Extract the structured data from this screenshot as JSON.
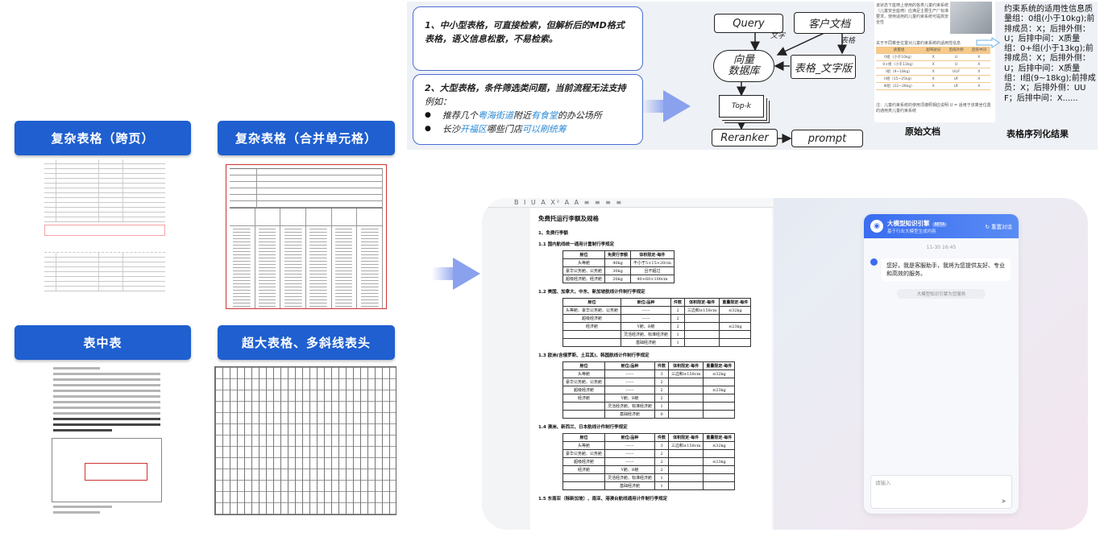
{
  "labels": {
    "cross_page": "复杂表格（跨页）",
    "merged_cells": "复杂表格（合并单元格）",
    "nested": "表中表",
    "oversized": "超大表格、多斜线表头"
  },
  "colors": {
    "label_bg": "#1f5fcf",
    "arrow": "#8aa1ee",
    "highlight": "#2b8ad6",
    "box_border": "#4a6fd1"
  },
  "problems": {
    "p1_text": "1、中小型表格，可直接检索，但解析后的MD格式表格，语义信息松散，不易检索。",
    "p2_title": "2、大型表格，条件筛选类问题，当前流程无法支持",
    "p2_example": "例如：",
    "bullet1": {
      "pre": "推荐几个",
      "h1": "粤海街道",
      "mid": "附近",
      "h2": "有食堂",
      "post": "的办公场所"
    },
    "bullet2": {
      "pre": "长沙",
      "h1": "开福区",
      "mid": "哪些门店",
      "h2": "可以刷统筹"
    }
  },
  "flow": {
    "query": "Query",
    "customer_doc": "客户文档",
    "vector_db": "向量\n数据库",
    "table_text": "表格_文字版",
    "topk": "Top-k",
    "reranker": "Reranker",
    "prompt": "prompt",
    "edge_text": "文字",
    "edge_table": "表格"
  },
  "source_doc": {
    "caption": "原始文档",
    "body_text": "该状态下座椅上使用的各类儿童约束系统（儿童安全座椅）应满足主要生产厂标准要求，使用适用的儿童约束系统可提高安全性",
    "table_caption": "关于不同乘坐位置对儿童约束系统的适用性信息",
    "table_header": [
      "质量组",
      "副驾驶员",
      "后排外侧",
      "后排中间"
    ],
    "table_rows": [
      [
        "0组（小于10kg）",
        "X",
        "U",
        "X"
      ],
      [
        "0+组（小于13kg）",
        "X",
        "U",
        "X"
      ],
      [
        "I组（9~18kg）",
        "X",
        "UUF",
        "X"
      ],
      [
        "II组（15~25kg）",
        "X",
        "UF",
        "X"
      ],
      [
        "III组（22~36kg）",
        "X",
        "UF",
        "X"
      ]
    ],
    "footnote": "注：儿童约束系统的使用须遵照相应说明 U = 适用于该乘坐位置的通用类儿童约束系统"
  },
  "serialized": {
    "caption": "表格序列化结果",
    "text": "约束系统的适用性信息质量组：0组(小于10kg);前排成员：X；后排外侧：U；后排中间：X质量组：0+组(小于13kg);前排成员：X；后排外侧：U；后排中间：X质量组：I组(9~18kg);前排成员：X；后排外侧：UUF；后排中间：X......"
  },
  "doc_view": {
    "toolbar": "B I U A X² A A ≡ ≡ ≡ ≡",
    "title": "免费托运行李额及规格",
    "section1": "1、免费行李额",
    "s11": "1.1 国内航线统一通用计重制行李规定",
    "t1_header": [
      "舱位",
      "免费行李额",
      "体积限定-每件"
    ],
    "t1_rows": [
      [
        "头等舱",
        "40kg",
        "不小于5×15×20cm"
      ],
      [
        "豪华公务舱、公务舱",
        "30kg",
        "且不超过"
      ],
      [
        "超级经济舱、经济舱",
        "20kg",
        "40×60×100cm"
      ]
    ],
    "s12": "1.2 美国、加拿大、中东、新加坡航线计件制行李规定",
    "t2_header": [
      "舱位",
      "舱位/品种",
      "件数",
      "体积限定-每件",
      "重量限定-每件"
    ],
    "t2_rows": [
      [
        "头等舱、豪华公务舱、公务舱",
        "------",
        "2",
        "三边和≤158cm",
        "≤32kg"
      ],
      [
        "超级经济舱",
        "------",
        "2",
        "",
        ""
      ],
      [
        "经济舱",
        "Y舱、B舱",
        "2",
        "",
        "≤23kg"
      ],
      [
        "",
        "灵活经济舱、标准经济舱",
        "1",
        "",
        ""
      ],
      [
        "",
        "基础经济舱",
        "1",
        "",
        ""
      ]
    ],
    "s13": "1.3 欧洲(含俄罗斯、土耳其)、韩国航线计件制行李规定",
    "t3_header": [
      "舱位",
      "舱位/品种",
      "件数",
      "体积限定-每件",
      "重量限定-每件"
    ],
    "t3_rows": [
      [
        "头等舱",
        "------",
        "3",
        "三边和≤158cm",
        "≤32kg"
      ],
      [
        "豪华公务舱、公务舱",
        "------",
        "2",
        "",
        ""
      ],
      [
        "超级经济舱",
        "------",
        "2",
        "",
        "≤23kg"
      ],
      [
        "经济舱",
        "Y舱、B舱",
        "2",
        "",
        ""
      ],
      [
        "",
        "灵活经济舱、标准经济舱",
        "1",
        "",
        ""
      ],
      [
        "",
        "基础经济舱",
        "0",
        "",
        ""
      ]
    ],
    "s14": "1.4 澳洲、新西兰、日本航线计件制行李规定",
    "t4_header": [
      "舱位",
      "舱位/品种",
      "件数",
      "体积限定-每件",
      "重量限定-每件"
    ],
    "t4_rows": [
      [
        "头等舱",
        "------",
        "3",
        "三边和≤158cm",
        "≤32kg"
      ],
      [
        "豪华公务舱、公务舱",
        "------",
        "2",
        "",
        ""
      ],
      [
        "超级经济舱",
        "------",
        "2",
        "",
        "≤23kg"
      ],
      [
        "经济舱",
        "Y舱、B舱",
        "2",
        "",
        ""
      ],
      [
        "",
        "灵活经济舱、标准经济舱",
        "1",
        "",
        ""
      ],
      [
        "",
        "基础经济舱",
        "1",
        "",
        ""
      ]
    ],
    "s15": "1.5 东南亚（除新加坡）、南亚、港澳台航线通用计件制行李规定"
  },
  "chat": {
    "title": "大模型知识引擎",
    "badge": "BETA",
    "subtitle": "基于行业大模型生成内容",
    "reset": "重置对话",
    "time": "11-30 16:45",
    "greeting": "您好，我是客服助手，我将为您提供友好、专业和高效的服务。",
    "hint": "大模型知识引擎为您服务",
    "input_placeholder": "请输入",
    "send_icon": "paper-plane-icon"
  }
}
